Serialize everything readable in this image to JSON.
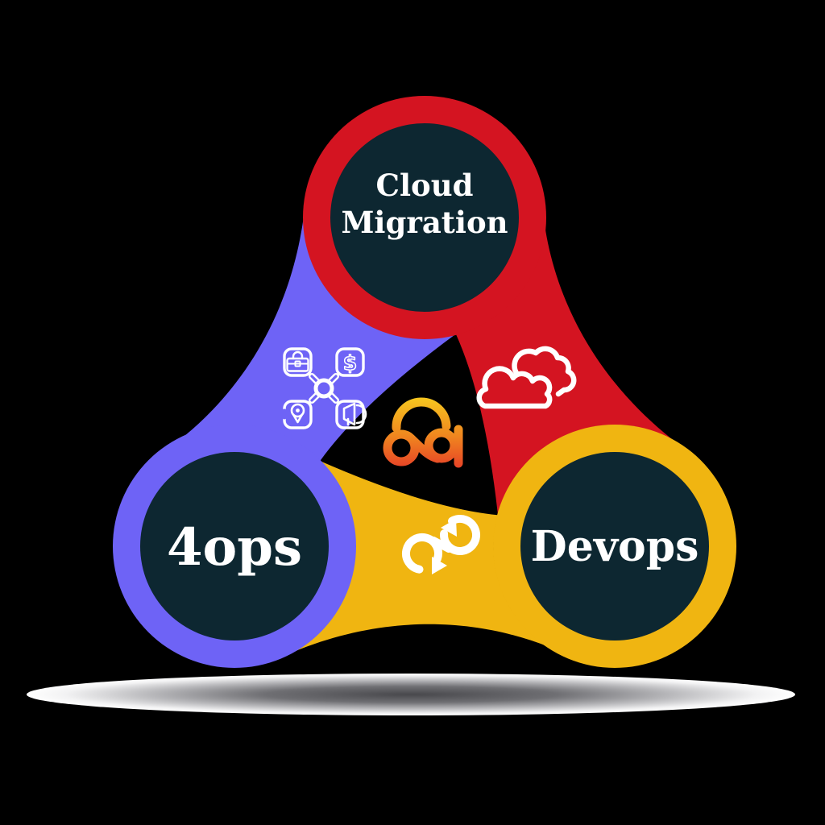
{
  "diagram": {
    "background_color": "#000000",
    "nodes": [
      {
        "id": "cloud-migration",
        "line1": "Cloud",
        "line2": "Migration",
        "arm_color": "#d41421",
        "position": "top",
        "icon": "double-cloud-icon"
      },
      {
        "id": "4ops",
        "label": "4ops",
        "arm_color": "#6e63f6",
        "position": "bottom-left",
        "icon": "business-hub-icon"
      },
      {
        "id": "devops",
        "label": "Devops",
        "arm_color": "#f0b511",
        "position": "bottom-right",
        "icon": "devops-loop-icon"
      }
    ],
    "node_fill_color": "#0d2731",
    "label_color": "#ffffff",
    "icon_color": "#ffffff",
    "hub_icon_items": [
      "briefcase",
      "dollar-sign",
      "location-pin",
      "megaphone"
    ],
    "dollar_glyph": "$",
    "center_logo": {
      "name": "cloud-a-logo",
      "gradient_top": "#f6c51f",
      "gradient_mid": "#f0871f",
      "gradient_bottom": "#e63a28"
    },
    "shadow": {
      "center_color": "#48484c",
      "edge_color": "#ffffff"
    }
  }
}
